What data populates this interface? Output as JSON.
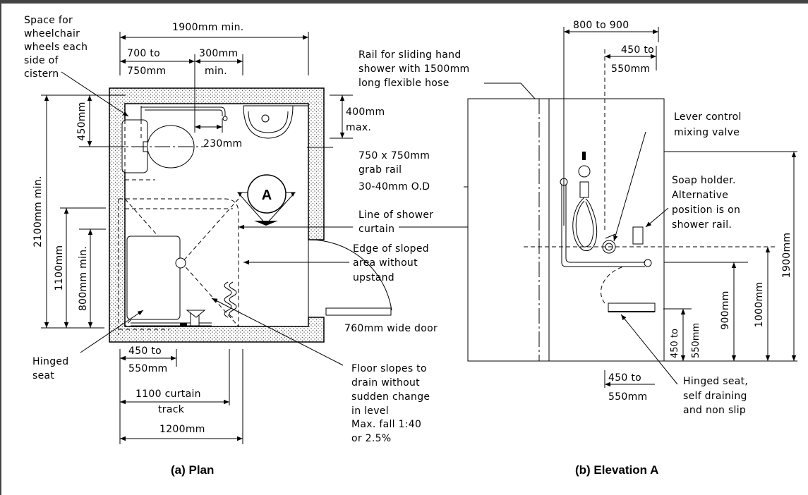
{
  "plan": {
    "caption": "(a)  Plan",
    "room_marker": "A",
    "labels": {
      "wheelchair": [
        "Space for",
        "wheelchair",
        "wheels each",
        "side of",
        "cistern"
      ],
      "d1900": "1900mm min.",
      "d700": [
        "700 to",
        "750mm"
      ],
      "d300": [
        "300mm",
        "min."
      ],
      "d450": "450mm",
      "d230": "230mm",
      "d400": [
        "400mm",
        "max."
      ],
      "d2100": "2100mm min.",
      "d1100v": "1100mm",
      "d800v": "800mm min.",
      "d760door": "760mm wide door",
      "hinged": [
        "Hinged",
        "seat"
      ],
      "d450h": [
        "450 to",
        "550mm"
      ],
      "d1100h": [
        "1100 curtain",
        "track"
      ],
      "d1200": "1200mm",
      "floor": [
        "Floor slopes to",
        "drain without",
        "sudden change",
        "in level",
        "Max. fall 1:40",
        "or 2.5%"
      ]
    }
  },
  "middle": {
    "rail": [
      "Rail for sliding hand",
      "shower with 1500mm",
      "long flexible hose"
    ],
    "grab": [
      "750 x 750mm",
      "grab rail",
      "30-40mm O.D"
    ],
    "curtain": [
      "Line of shower",
      "curtain"
    ],
    "edge": [
      "Edge of sloped",
      "area without",
      "upstand"
    ]
  },
  "elevation": {
    "caption": "(b)  Elevation A",
    "labels": {
      "d800": "800 to 900",
      "d450t": [
        "450 to",
        "550mm"
      ],
      "lever": [
        "Lever control",
        "mixing valve"
      ],
      "soap": [
        "Soap holder.",
        "Alternative",
        "position is on",
        "shower rail."
      ],
      "d1900v": "1900mm",
      "d1000v": "1000mm",
      "d900v": "900mm",
      "d450v": [
        "450 to",
        "550mm"
      ],
      "d450b": [
        "450 to",
        "550mm"
      ],
      "hinged": [
        "Hinged seat,",
        "self draining",
        "and non slip"
      ]
    }
  }
}
